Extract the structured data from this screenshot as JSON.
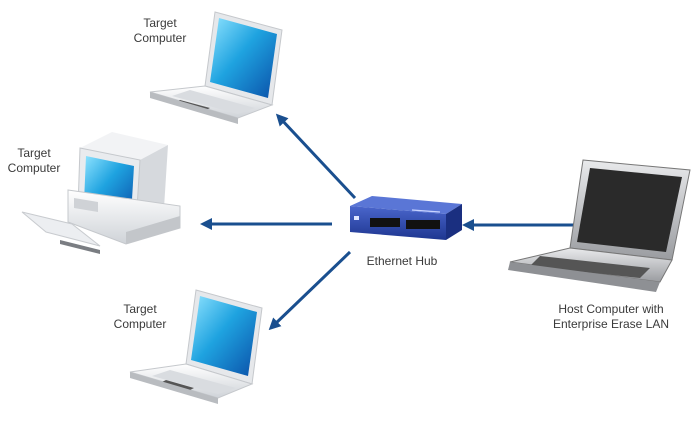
{
  "diagram": {
    "title": "Enterprise Erase LAN network topology",
    "nodes": {
      "target_top": {
        "label_line1": "Target",
        "label_line2": "Computer",
        "kind": "laptop"
      },
      "target_middle": {
        "label_line1": "Target",
        "label_line2": "Computer",
        "kind": "desktop"
      },
      "target_bottom": {
        "label_line1": "Target",
        "label_line2": "Computer",
        "kind": "laptop"
      },
      "hub": {
        "label": "Ethernet Hub",
        "kind": "ethernet-hub"
      },
      "host": {
        "label_line1": "Host Computer with",
        "label_line2": "Enterprise Erase LAN",
        "kind": "laptop"
      }
    },
    "edges": [
      {
        "from": "host",
        "to": "hub"
      },
      {
        "from": "hub",
        "to": "target_top"
      },
      {
        "from": "hub",
        "to": "target_middle"
      },
      {
        "from": "hub",
        "to": "target_bottom"
      }
    ],
    "colors": {
      "arrow": "#1a4f8f",
      "hub_body": "#2c4aa8",
      "screen_blue": "#1fa3e0",
      "host_screen": "#2a2a2a",
      "label_text": "#3a3a3a"
    }
  }
}
